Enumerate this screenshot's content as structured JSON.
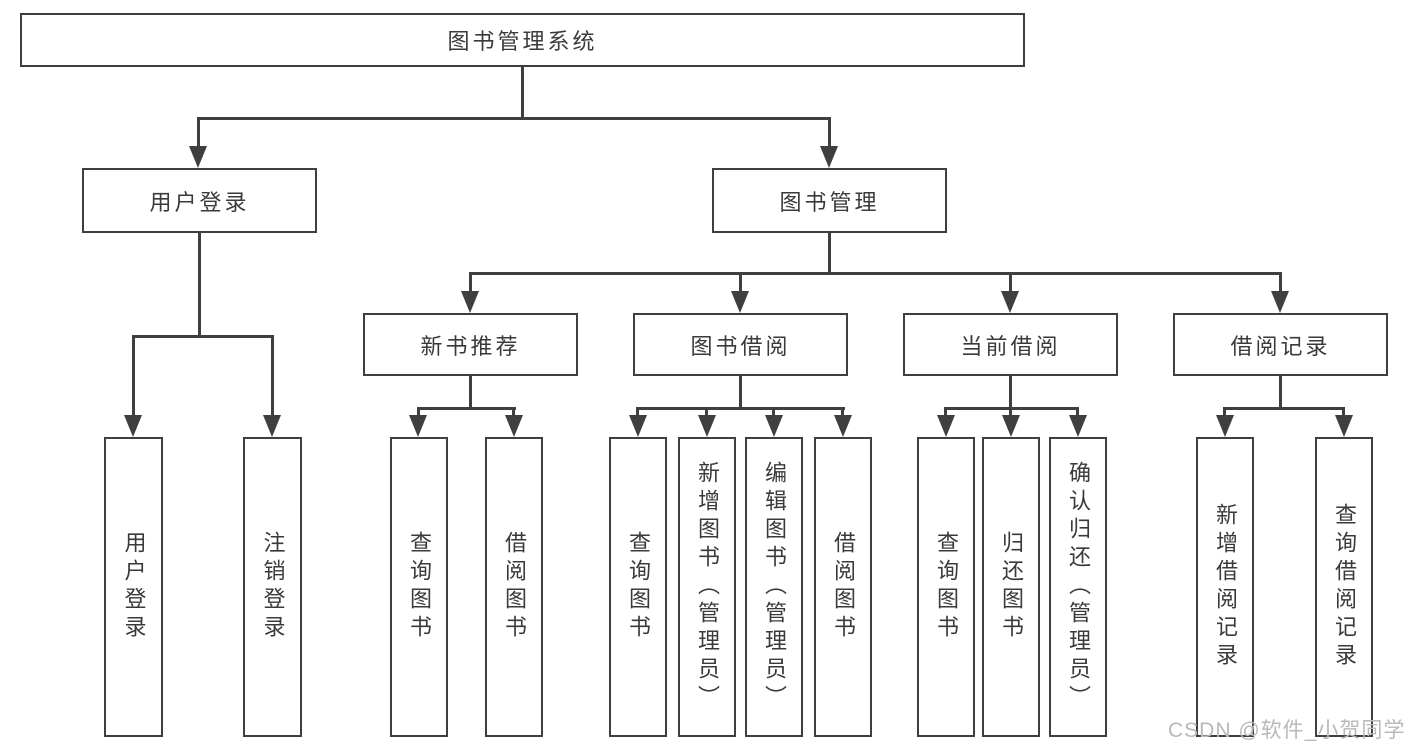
{
  "tree": {
    "label": "图书管理系统",
    "children": [
      {
        "label": "用户登录",
        "children": [
          {
            "label": "用户登录"
          },
          {
            "label": "注销登录"
          }
        ]
      },
      {
        "label": "图书管理",
        "children": [
          {
            "label": "新书推荐",
            "children": [
              {
                "label": "查询图书"
              },
              {
                "label": "借阅图书"
              }
            ]
          },
          {
            "label": "图书借阅",
            "children": [
              {
                "label": "查询图书"
              },
              {
                "label": "新增图书（管理员）"
              },
              {
                "label": "编辑图书（管理员）"
              },
              {
                "label": "借阅图书"
              }
            ]
          },
          {
            "label": "当前借阅",
            "children": [
              {
                "label": "查询图书"
              },
              {
                "label": "归还图书"
              },
              {
                "label": "确认归还（管理员）"
              }
            ]
          },
          {
            "label": "借阅记录",
            "children": [
              {
                "label": "新增借阅记录"
              },
              {
                "label": "查询借阅记录"
              }
            ]
          }
        ]
      }
    ]
  },
  "watermark": {
    "text": "CSDN @软件_小贺同学"
  },
  "colors": {
    "line": "#3f3f3f",
    "text": "#3a3a3a",
    "background": "#ffffff",
    "watermark": "#b9b9b9"
  }
}
